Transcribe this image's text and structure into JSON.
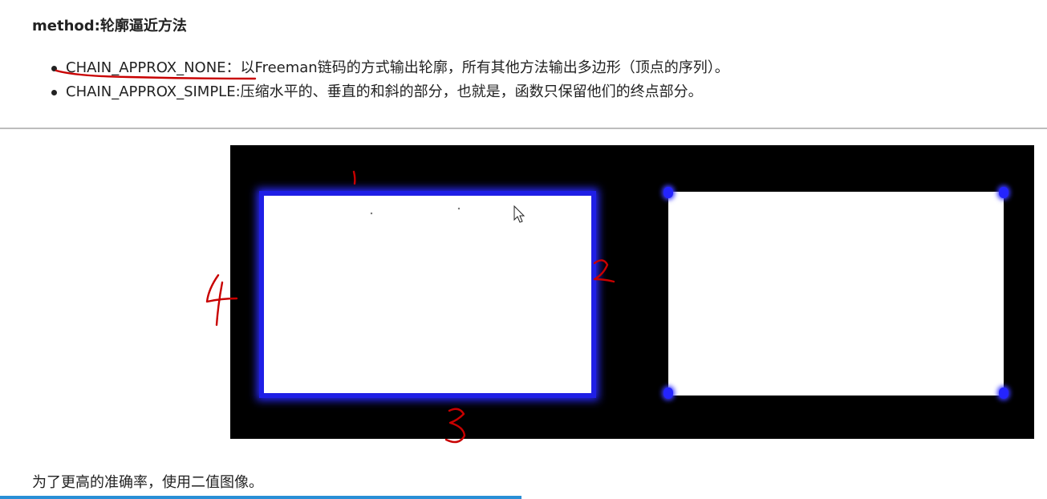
{
  "heading": "method:轮廓逼近方法",
  "methods": [
    {
      "name": "CHAIN_APPROX_NONE",
      "separator": "：",
      "description": "以Freeman链码的方式输出轮廓，所有其他方法输出多边形（顶点的序列）。"
    },
    {
      "name": "CHAIN_APPROX_SIMPLE",
      "separator": ":",
      "description": "压缩水平的、垂直的和斜的部分，也就是，函数只保留他们的终点部分。"
    }
  ],
  "footer": "为了更高的准确率，使用二值图像。",
  "colors": {
    "contour_blue": "#1f1fe6",
    "annotation_red": "#c80000",
    "figure_background": "#000000",
    "divider": "#bdbdbd",
    "progress": "#2a8fd6"
  },
  "icons": {
    "cursor": "mouse-pointer-icon"
  }
}
